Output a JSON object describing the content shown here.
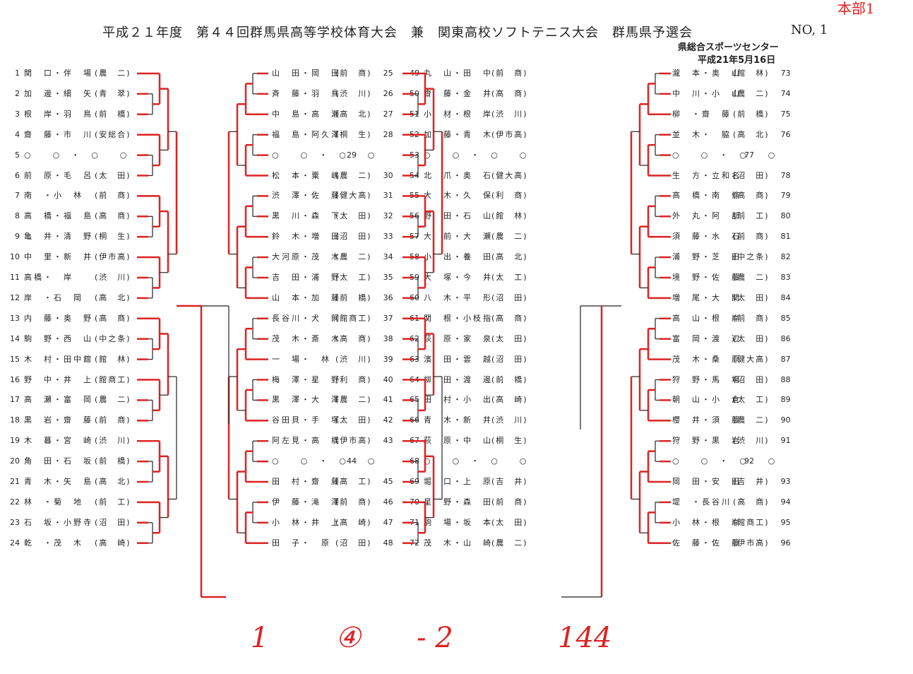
{
  "header": {
    "title": "平成２１年度　第４４回群馬県高等学校体育大会　兼　関東高校ソフトテニス大会　群馬県予選会",
    "doc_no": "NO, 1",
    "venue": "県総合スポーツセンター",
    "date": "平成21年5月16日",
    "corner_note": "本部1"
  },
  "colors": {
    "ink": "#222222",
    "marker": "#dd2222"
  },
  "left_entries": [
    {
      "no": "1",
      "name": "関　口・伴　場",
      "school": "(農　二)"
    },
    {
      "no": "2",
      "name": "加　邊・細　矢",
      "school": "(青　翠)"
    },
    {
      "no": "3",
      "name": "根　岸・羽　鳥",
      "school": "(前　橋)"
    },
    {
      "no": "4",
      "name": "齋　藤・市　川",
      "school": "(安総合)"
    },
    {
      "no": "5",
      "name": "○　　○　・　○　　○",
      "school": ""
    },
    {
      "no": "6",
      "name": "前　原・毛　呂",
      "school": "(太　田)"
    },
    {
      "no": "7",
      "name": "南　・小　林",
      "school": "(前　商)"
    },
    {
      "no": "8",
      "name": "高　橋・福　島",
      "school": "(高　商)"
    },
    {
      "no": "9",
      "name": "亀　井・清　野",
      "school": "(桐　生)"
    },
    {
      "no": "10",
      "name": "中　里・新　井",
      "school": "(伊市高)"
    },
    {
      "no": "11",
      "name": "高橋・　岸",
      "school": "(渋　川)"
    },
    {
      "no": "12",
      "name": "岸　・石　岡",
      "school": "(高　北)"
    },
    {
      "no": "13",
      "name": "内　藤・奥　野",
      "school": "(高　商)"
    },
    {
      "no": "14",
      "name": "駒　野・西　山",
      "school": "(中之条)"
    },
    {
      "no": "15",
      "name": "木　村・田中舘",
      "school": "(館　林)"
    },
    {
      "no": "16",
      "name": "野　中・井　上",
      "school": "(館商工)"
    },
    {
      "no": "17",
      "name": "高　瀬・富　岡",
      "school": "(農　二)"
    },
    {
      "no": "18",
      "name": "黒　岩・齋　藤",
      "school": "(前　商)"
    },
    {
      "no": "19",
      "name": "木　暮・宮　崎",
      "school": "(渋　川)"
    },
    {
      "no": "20",
      "name": "角　田・石　坂",
      "school": "(前　橋)"
    },
    {
      "no": "21",
      "name": "青　木・矢　島",
      "school": "(高　北)"
    },
    {
      "no": "22",
      "name": "林　・菊　地",
      "school": "(前　工)"
    },
    {
      "no": "23",
      "name": "石　坂・小野寺",
      "school": "(沼　田)"
    },
    {
      "no": "24",
      "name": "乾　・茂　木",
      "school": "(高　崎)"
    }
  ],
  "left_center_entries": [
    {
      "no": "25",
      "name": "山　田・岡　田",
      "school": "(前　商)"
    },
    {
      "no": "26",
      "name": "斉　藤・羽　鳥",
      "school": "(渋　川)"
    },
    {
      "no": "27",
      "name": "中　島・高　瀬",
      "school": "(高　北)"
    },
    {
      "no": "28",
      "name": "福　島・阿久澤",
      "school": "(桐　生)"
    },
    {
      "no": "29",
      "name": "○　　○　・　○　　○",
      "school": ""
    },
    {
      "no": "30",
      "name": "松　本・粟　嶋",
      "school": "(農　二)"
    },
    {
      "no": "31",
      "name": "渋　澤・佐　藤",
      "school": "(健大高)"
    },
    {
      "no": "32",
      "name": "黒　川・森　下",
      "school": "(太　田)"
    },
    {
      "no": "33",
      "name": "鈴　木・増　田",
      "school": "(沼　田)"
    },
    {
      "no": "34",
      "name": "大河原・茂　木",
      "school": "(農　二)"
    },
    {
      "no": "35",
      "name": "吉　田・浦　野",
      "school": "(太　工)"
    },
    {
      "no": "36",
      "name": "山　本・加　藤",
      "school": "(前　橋)"
    },
    {
      "no": "37",
      "name": "長谷川・犬　飼",
      "school": "(館商工)"
    },
    {
      "no": "38",
      "name": "茂　木・斎　木",
      "school": "(高　商)"
    },
    {
      "no": "39",
      "name": "一　場・　林",
      "school": "(渋　川)"
    },
    {
      "no": "40",
      "name": "梅　澤・星　野",
      "school": "(利　商)"
    },
    {
      "no": "41",
      "name": "黒　澤・大　澤",
      "school": "(農　二)"
    },
    {
      "no": "42",
      "name": "谷田貝・手　塚",
      "school": "(太　田)"
    },
    {
      "no": "43",
      "name": "阿左見・高　橋",
      "school": "(伊市高)"
    },
    {
      "no": "44",
      "name": "○　　○　・　○　　○",
      "school": ""
    },
    {
      "no": "45",
      "name": "田　村・齋　藤",
      "school": "(高　工)"
    },
    {
      "no": "46",
      "name": "伊　藤・滝　澤",
      "school": "(前　商)"
    },
    {
      "no": "47",
      "name": "小　林・井　上",
      "school": "(高　崎)"
    },
    {
      "no": "48",
      "name": "田　子・　原",
      "school": "(沼　田)"
    }
  ],
  "right_center_entries": [
    {
      "no": "49",
      "name": "丸　山・田　中",
      "school": "(前　商)"
    },
    {
      "no": "50",
      "name": "齋　藤・金　井",
      "school": "(高　商)"
    },
    {
      "no": "51",
      "name": "小　材・根　岸",
      "school": "(渋　川)"
    },
    {
      "no": "52",
      "name": "加　藤・青　木",
      "school": "(伊市高)"
    },
    {
      "no": "53",
      "name": "○　　○　・　○　　○",
      "school": ""
    },
    {
      "no": "54",
      "name": "北　爪・奥　石",
      "school": "(健大高)"
    },
    {
      "no": "55",
      "name": "大　木・久　保",
      "school": "(利　商)"
    },
    {
      "no": "56",
      "name": "野　田・石　山",
      "school": "(館　林)"
    },
    {
      "no": "57",
      "name": "大　前・大　瀬",
      "school": "(農　二)"
    },
    {
      "no": "58",
      "name": "小　出・養　田",
      "school": "(高　北)"
    },
    {
      "no": "59",
      "name": "大　塚・今　井",
      "school": "(太　工)"
    },
    {
      "no": "60",
      "name": "八　木・平　形",
      "school": "(沼　田)"
    },
    {
      "no": "61",
      "name": "関　根・小枝指",
      "school": "(高　商)"
    },
    {
      "no": "62",
      "name": "荻　原・家　泉",
      "school": "(太　田)"
    },
    {
      "no": "63",
      "name": "濱　田・雲　越",
      "school": "(沼　田)"
    },
    {
      "no": "64",
      "name": "柳　田・渡　邊",
      "school": "(前　橋)"
    },
    {
      "no": "65",
      "name": "田　村・小　出",
      "school": "(高　崎)"
    },
    {
      "no": "66",
      "name": "青　木・新　井",
      "school": "(渋　川)"
    },
    {
      "no": "67",
      "name": "萩　原・中　山",
      "school": "(桐　生)"
    },
    {
      "no": "68",
      "name": "○　　○　・　○　　○",
      "school": ""
    },
    {
      "no": "69",
      "name": "堀　口・上　原",
      "school": "(吉　井)"
    },
    {
      "no": "70",
      "name": "星　野・森　田",
      "school": "(前　商)"
    },
    {
      "no": "71",
      "name": "駒　場・坂　本",
      "school": "(太　田)"
    },
    {
      "no": "72",
      "name": "茂　木・山　崎",
      "school": "(農　二)"
    }
  ],
  "right_entries": [
    {
      "no": "73",
      "name": "瀧　本・奥　山",
      "school": "(館　林)"
    },
    {
      "no": "74",
      "name": "中　川・小　山",
      "school": "(農　二)"
    },
    {
      "no": "75",
      "name": "柳　・齋　藤",
      "school": "(前　橋)"
    },
    {
      "no": "76",
      "name": "並　木・　脇",
      "school": "(高　北)"
    },
    {
      "no": "77",
      "name": "○　　○　・　○　　○",
      "school": ""
    },
    {
      "no": "78",
      "name": "生　方・立和名",
      "school": "(沼　田)"
    },
    {
      "no": "79",
      "name": "高　橋・南　條",
      "school": "(高　商)"
    },
    {
      "no": "80",
      "name": "外　丸・阿　部",
      "school": "(前　工)"
    },
    {
      "no": "81",
      "name": "須　藤・水　石",
      "school": "(前　商)"
    },
    {
      "no": "82",
      "name": "浦　野・芝　田",
      "school": "(中之条)"
    },
    {
      "no": "83",
      "name": "境　野・佐　藤",
      "school": "(農　二)"
    },
    {
      "no": "84",
      "name": "増　尾・大　関",
      "school": "(太　田)"
    },
    {
      "no": "85",
      "name": "高　山・根　岸",
      "school": "(前　商)"
    },
    {
      "no": "86",
      "name": "富　岡・渡　辺",
      "school": "(太　田)"
    },
    {
      "no": "87",
      "name": "茂　木・桑　原",
      "school": "(健大高)"
    },
    {
      "no": "88",
      "name": "狩　野・馬　場",
      "school": "(沼　田)"
    },
    {
      "no": "89",
      "name": "朝　山・小　倉",
      "school": "(太　工)"
    },
    {
      "no": "90",
      "name": "櫻　井・須　藤",
      "school": "(農　二)"
    },
    {
      "no": "91",
      "name": "狩　野・黒　岩",
      "school": "(渋　川)"
    },
    {
      "no": "92",
      "name": "○　　○　・　○　　○",
      "school": ""
    },
    {
      "no": "93",
      "name": "岡　田・安　田",
      "school": "(吉　井)"
    },
    {
      "no": "94",
      "name": "堤　・長谷川",
      "school": "(高　商)"
    },
    {
      "no": "95",
      "name": "小　林・根　岸",
      "school": "(館商工)"
    },
    {
      "no": "96",
      "name": "佐　藤・佐　藤",
      "school": "(伊市高)"
    }
  ],
  "bottom_note": [
    "1",
    "④",
    "- 2",
    "144"
  ]
}
